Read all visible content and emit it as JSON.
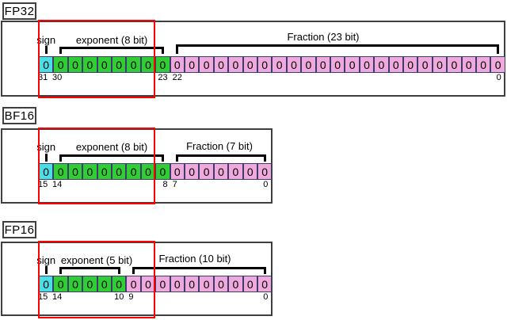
{
  "colors": {
    "sign_fill": "#4ADEE6",
    "exponent_fill": "#30CE33",
    "fraction_fill": "#F0A9DC",
    "highlight_box": "#FF0000",
    "frame_border": "#3F3F3F",
    "cell_border": "#3C3C6E",
    "bracket": "#000000"
  },
  "formats": [
    {
      "name": "FP32",
      "sign_label": "sign",
      "exponent_label": "exponent (8 bit)",
      "fraction_label": "Fraction (23 bit)",
      "sign_bits": 1,
      "exponent_bits": 8,
      "fraction_bits": 23,
      "bit_value": "0",
      "indices": {
        "sign_msb": "31",
        "exp_msb": "30",
        "exp_lsb": "23",
        "frac_msb": "22",
        "frac_lsb": "0"
      }
    },
    {
      "name": "BF16",
      "sign_label": "sign",
      "exponent_label": "exponent (8 bit)",
      "fraction_label": "Fraction (7 bit)",
      "sign_bits": 1,
      "exponent_bits": 8,
      "fraction_bits": 7,
      "bit_value": "0",
      "indices": {
        "sign_msb": "15",
        "exp_msb": "14",
        "exp_lsb": "8",
        "frac_msb": "7",
        "frac_lsb": "0"
      }
    },
    {
      "name": "FP16",
      "sign_label": "sign",
      "exponent_label": "exponent (5 bit)",
      "fraction_label": "Fraction (10 bit)",
      "sign_bits": 1,
      "exponent_bits": 5,
      "fraction_bits": 10,
      "bit_value": "0",
      "indices": {
        "sign_msb": "15",
        "exp_msb": "14",
        "exp_lsb": "10",
        "frac_msb": "9",
        "frac_lsb": "0"
      }
    }
  ]
}
